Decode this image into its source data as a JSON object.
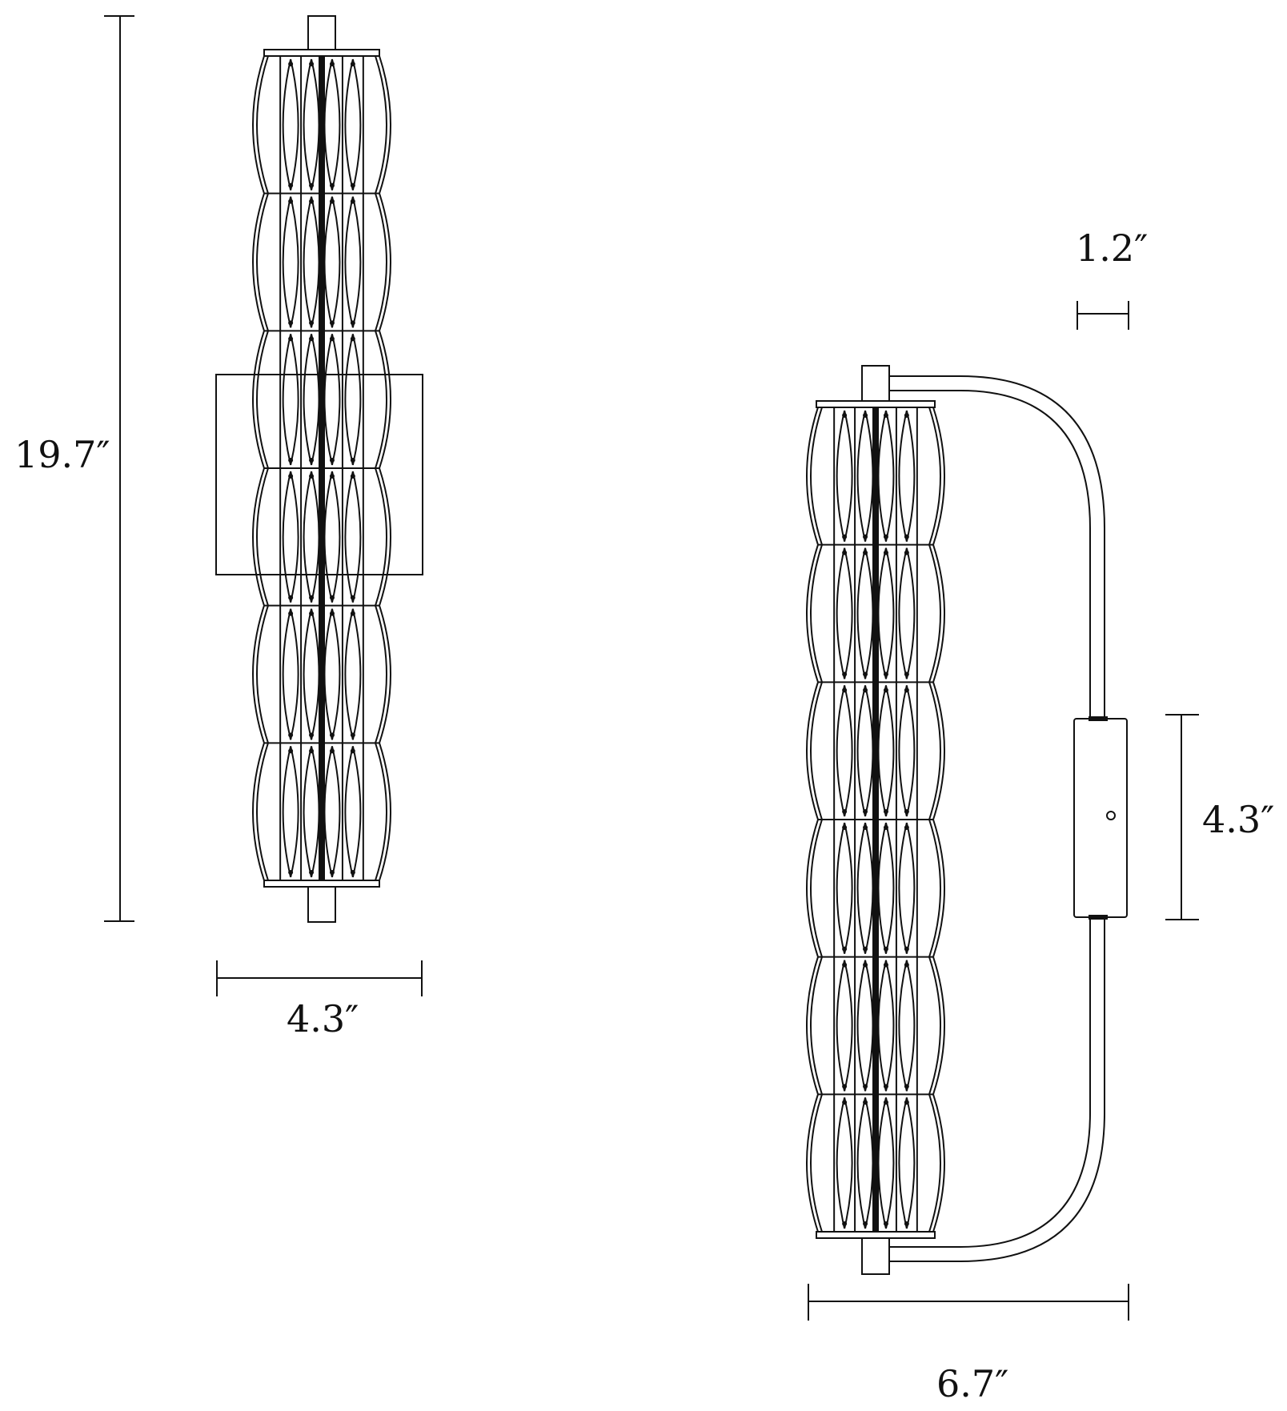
{
  "colors": {
    "line": "#111111",
    "background": "#ffffff"
  },
  "front_view": {
    "height_label": "19.7″",
    "width_label": "4.3″",
    "rows": 6
  },
  "side_view": {
    "depth_label": "6.7″",
    "arm_label": "1.2″",
    "backplate_label": "4.3″",
    "rows": 6
  }
}
